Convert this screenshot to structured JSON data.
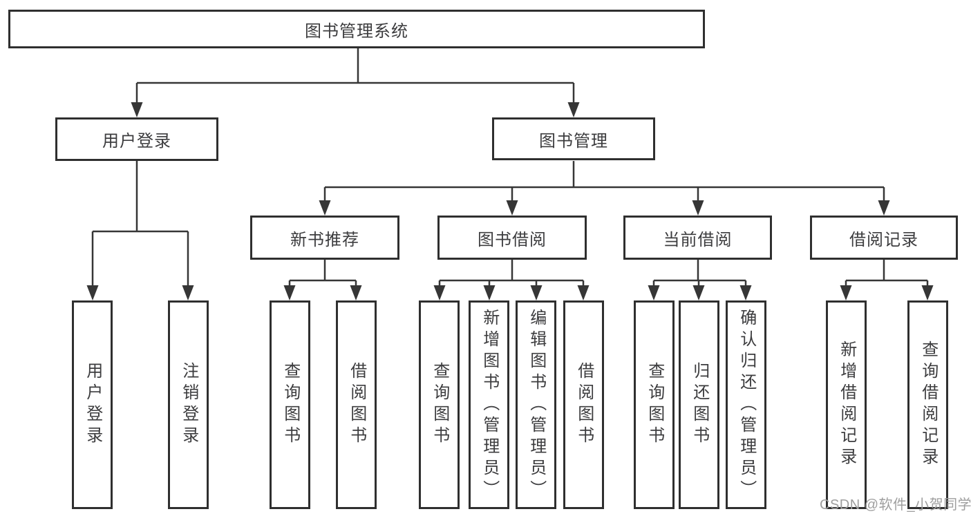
{
  "tree": {
    "root": {
      "label": "图书管理系统",
      "children": [
        {
          "label": "用户登录",
          "children": [
            {
              "label": "用户登录"
            },
            {
              "label": "注销登录"
            }
          ]
        },
        {
          "label": "图书管理",
          "children": [
            {
              "label": "新书推荐",
              "children": [
                {
                  "label": "查询图书"
                },
                {
                  "label": "借阅图书"
                }
              ]
            },
            {
              "label": "图书借阅",
              "children": [
                {
                  "label": "查询图书"
                },
                {
                  "label": "新增图书（管理员）"
                },
                {
                  "label": "编辑图书（管理员）"
                },
                {
                  "label": "借阅图书"
                }
              ]
            },
            {
              "label": "当前借阅",
              "children": [
                {
                  "label": "查询图书"
                },
                {
                  "label": "归还图书"
                },
                {
                  "label": "确认归还（管理员）"
                }
              ]
            },
            {
              "label": "借阅记录",
              "children": [
                {
                  "label": "新增借阅记录"
                },
                {
                  "label": "查询借阅记录"
                }
              ]
            }
          ]
        }
      ]
    }
  },
  "watermark": {
    "text": "CSDN @软件_小贺同学"
  },
  "colors": {
    "line": "#363636",
    "box_border": "#2f2f2f",
    "text": "#3c3c3e",
    "watermark": "#9e9e9e",
    "background": "#ffffff"
  }
}
